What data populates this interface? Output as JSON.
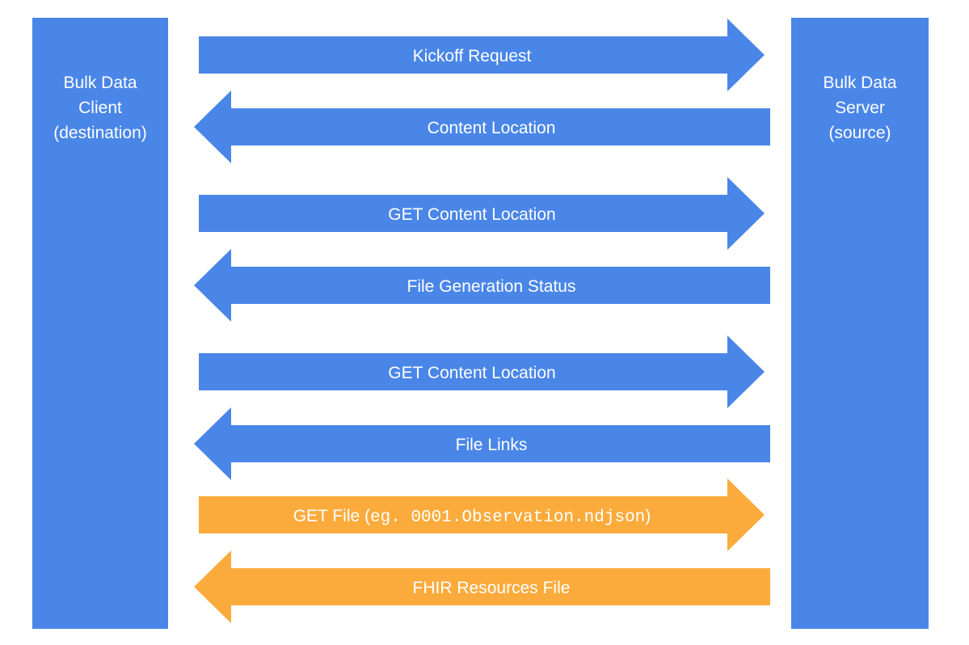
{
  "colors": {
    "blue": "#4a86e8",
    "orange": "#fbab3c",
    "text": "#ffffff"
  },
  "client": {
    "lines": [
      "Bulk Data",
      "Client",
      "(destination)"
    ]
  },
  "server": {
    "lines": [
      "Bulk Data",
      "Server",
      "(source)"
    ]
  },
  "messages": [
    {
      "label": "Kickoff Request",
      "direction": "right",
      "color": "blue"
    },
    {
      "label": "Content Location",
      "direction": "left",
      "color": "blue"
    },
    {
      "label": "GET Content Location",
      "direction": "right",
      "color": "blue"
    },
    {
      "label": "File Generation Status",
      "direction": "left",
      "color": "blue"
    },
    {
      "label": "GET Content Location",
      "direction": "right",
      "color": "blue"
    },
    {
      "label": "File Links",
      "direction": "left",
      "color": "blue"
    },
    {
      "label": "GET File (",
      "label_code": "eg. 0001.Observation.ndjson",
      "label_suffix": ")",
      "direction": "right",
      "color": "orange"
    },
    {
      "label": "FHIR Resources File",
      "direction": "left",
      "color": "orange"
    }
  ]
}
